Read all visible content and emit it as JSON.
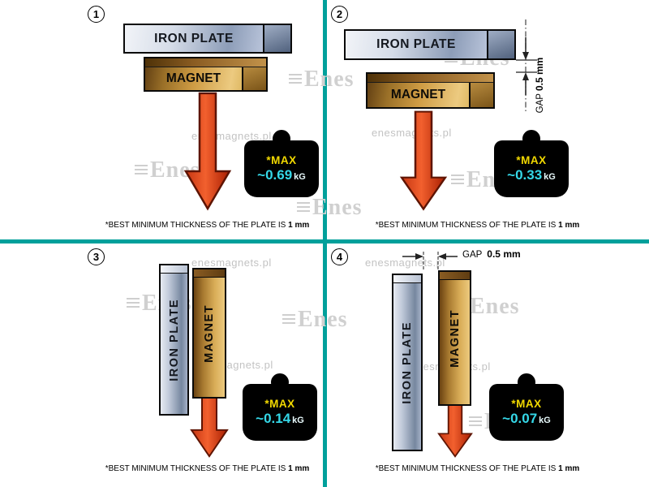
{
  "colors": {
    "divider": "#00A09B",
    "arrow_fill": "#E1491F",
    "weight_body": "#000000",
    "weight_max_text": "#F2D900",
    "weight_value_text": "#35D8E8",
    "plate_steel": "#8D9DB8",
    "magnet_gold": "#CF9C44"
  },
  "watermark": {
    "site": "enesmagnets.pl",
    "logo": "Enes"
  },
  "labels": {
    "plate": "IRON PLATE",
    "magnet": "MAGNET",
    "max": "*MAX",
    "unit": "kG"
  },
  "caption": {
    "text": "*BEST MINIMUM THICKNESS OF THE PLATE IS",
    "bold": "1 mm"
  },
  "gap": {
    "word": "GAP",
    "value": "0.5 mm"
  },
  "panels": [
    {
      "number": "1",
      "orientation": "horizontal",
      "has_gap": false,
      "value": "~0.69"
    },
    {
      "number": "2",
      "orientation": "horizontal",
      "has_gap": true,
      "value": "~0.33"
    },
    {
      "number": "3",
      "orientation": "vertical",
      "has_gap": false,
      "value": "~0.14"
    },
    {
      "number": "4",
      "orientation": "vertical",
      "has_gap": true,
      "value": "~0.07"
    }
  ]
}
